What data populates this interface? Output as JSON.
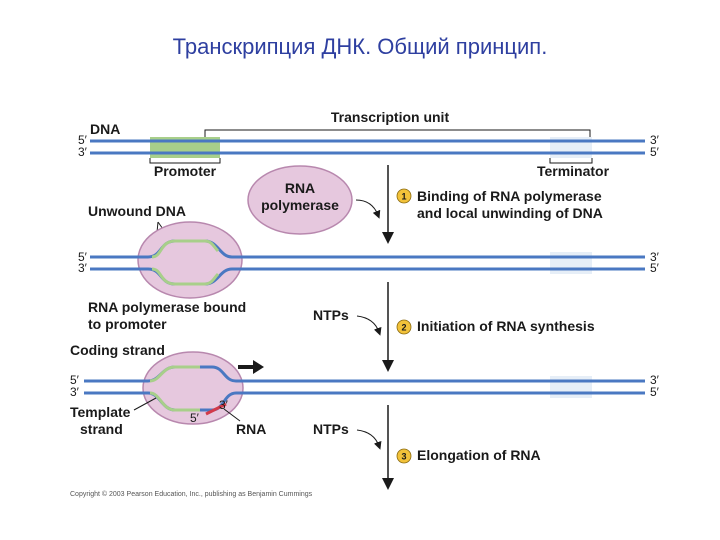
{
  "title": "Транскрипция ДНК. Общий принцип.",
  "colors": {
    "dna_strand": "#4a78c2",
    "promoter": "#a8cf8a",
    "polymerase_fill": "#e6c8de",
    "polymerase_stroke": "#b888ae",
    "rna": "#d23a4a",
    "step_circle": "#f2c23a",
    "title": "#2e3fa0"
  },
  "labels": {
    "dna": "DNA",
    "transcription_unit": "Transcription unit",
    "promoter": "Promoter",
    "terminator": "Terminator",
    "rna_polymerase_line1": "RNA",
    "rna_polymerase_line2": "polymerase",
    "unwound_dna": "Unwound DNA",
    "polymerase_bound_line1": "RNA polymerase bound",
    "polymerase_bound_line2": "to promoter",
    "ntps_1": "NTPs",
    "ntps_2": "NTPs",
    "coding_strand": "Coding strand",
    "template_strand_line1": "Template",
    "template_strand_line2": "strand",
    "rna": "RNA",
    "five_prime": "5′",
    "three_prime": "3′"
  },
  "steps": [
    {
      "number": "1",
      "line1": "Binding of RNA polymerase",
      "line2": "and local unwinding of DNA"
    },
    {
      "number": "2",
      "line1": "Initiation of RNA synthesis",
      "line2": ""
    },
    {
      "number": "3",
      "line1": "Elongation of RNA",
      "line2": ""
    }
  ],
  "copyright": "Copyright © 2003 Pearson Education, Inc., publishing as Benjamin Cummings"
}
